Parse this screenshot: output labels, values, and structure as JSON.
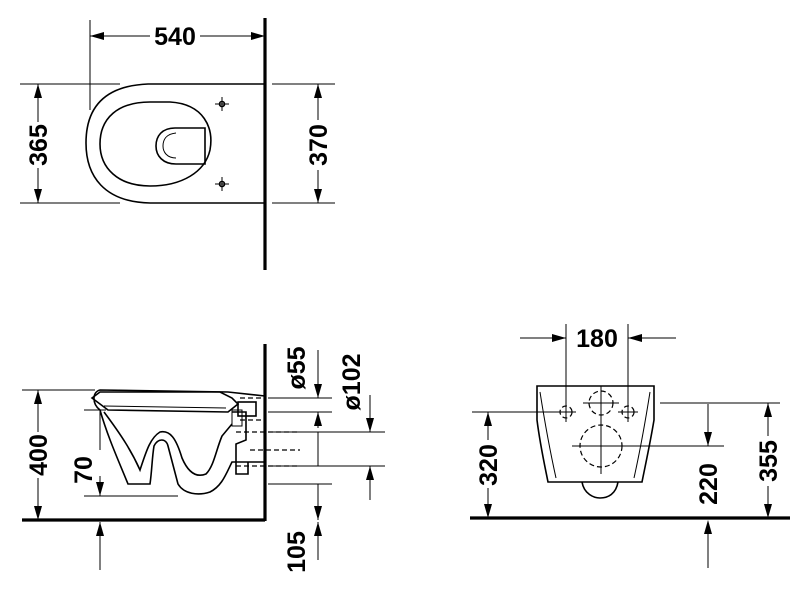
{
  "top_view": {
    "width_dim": "540",
    "depth_left_dim": "365",
    "depth_right_dim": "370"
  },
  "side_view": {
    "height_dim": "400",
    "offset_dim": "70",
    "floor_dim": "105",
    "outlet_small_dim": "ø55",
    "outlet_large_dim": "ø102"
  },
  "rear_view": {
    "spacing_dim": "180",
    "left_height_dim": "320",
    "outlet_height_dim": "220",
    "right_height_dim": "355"
  }
}
